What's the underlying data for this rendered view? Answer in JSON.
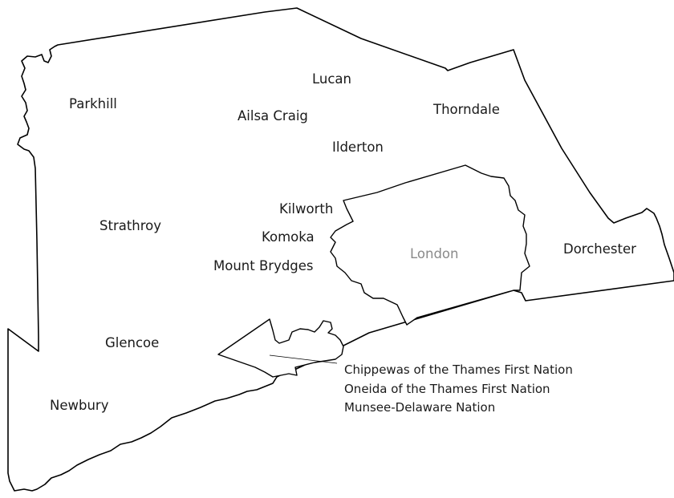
{
  "places": {
    "lucan": "Lucan",
    "parkhill": "Parkhill",
    "ailsa_craig": "Ailsa Craig",
    "thorndale": "Thorndale",
    "ilderton": "Ilderton",
    "kilworth": "Kilworth",
    "strathroy": "Strathroy",
    "komoka": "Komoka",
    "london": "London",
    "dorchester": "Dorchester",
    "mount_brydges": "Mount Brydges",
    "glencoe": "Glencoe",
    "newbury": "Newbury"
  },
  "first_nations": [
    "Chippewas of the Thames First Nation",
    "Oneida of the Thames First Nation",
    "Munsee-Delaware Nation"
  ],
  "colors": {
    "border": "#000000",
    "label": "#1a1a1a",
    "city_label": "#8a8a8a",
    "fill": "#ffffff"
  }
}
